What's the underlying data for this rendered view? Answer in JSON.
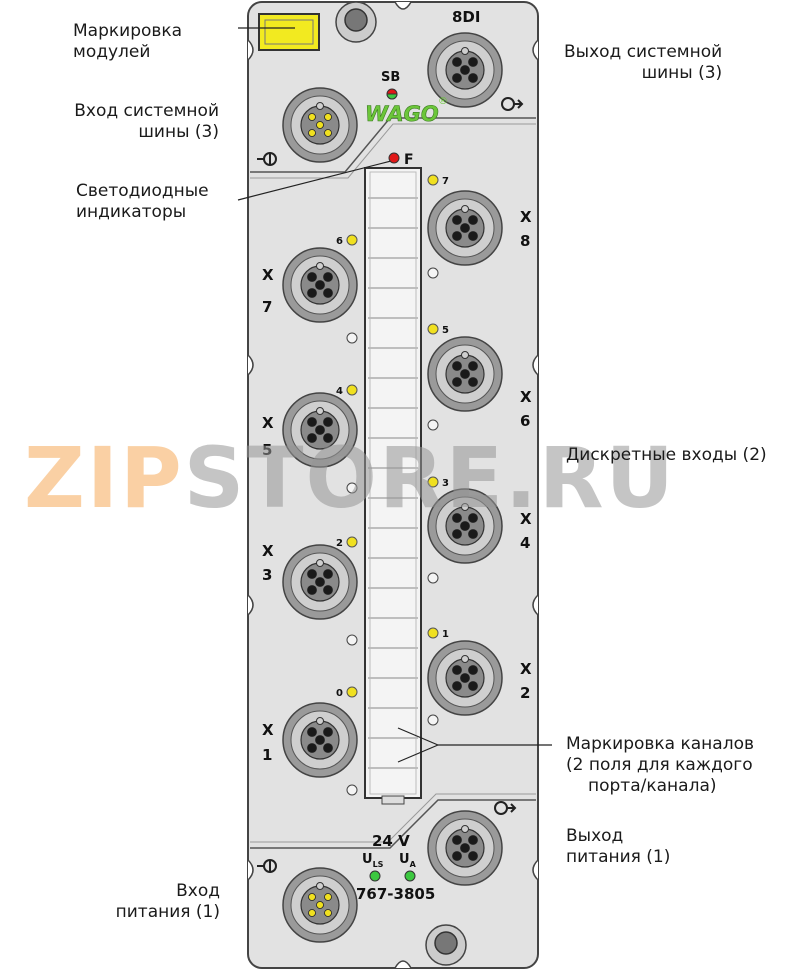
{
  "labels": {
    "module_marking": [
      "Маркировка",
      "модулей"
    ],
    "bus_out": [
      "Выход системной",
      "шины (3)"
    ],
    "bus_in": [
      "Вход системной",
      "шины (3)"
    ],
    "leds": [
      "Светодиодные",
      "индикаторы"
    ],
    "digital_inputs": "Дискретные входы (2)",
    "channel_marking": [
      "Маркировка каналов",
      "(2 поля для каждого",
      "порта/канала)"
    ],
    "power_out": [
      "Выход",
      "питания (1)"
    ],
    "power_in": [
      "Вход",
      "питания (1)"
    ]
  },
  "device": {
    "model_tag": "8DI",
    "sb": "SB",
    "brand": "WAGO",
    "fault": "F",
    "voltage": "24 V",
    "uls": "U",
    "uls_sub": "LS",
    "ua": "U",
    "ua_sub": "A",
    "part_number": "767-3805",
    "channels": [
      "0",
      "1",
      "2",
      "3",
      "4",
      "5",
      "6",
      "7"
    ],
    "ports_left": [
      {
        "x": "X",
        "n": "7"
      },
      {
        "x": "X",
        "n": "5"
      },
      {
        "x": "X",
        "n": "3"
      },
      {
        "x": "X",
        "n": "1"
      }
    ],
    "ports_right": [
      {
        "x": "X",
        "n": "8"
      },
      {
        "x": "X",
        "n": "6"
      },
      {
        "x": "X",
        "n": "4"
      },
      {
        "x": "X",
        "n": "2"
      }
    ]
  },
  "watermark": {
    "part1": "ZIP",
    "part2": "STORE.RU"
  },
  "colors": {
    "body": "#e2e2e2",
    "connector": "#9a9a9a",
    "led_yellow": "#f0e020",
    "led_green": "#3cc840",
    "led_red": "#e01818",
    "brand_green": "#6cc63a",
    "label_yellow": "#f2ea20"
  }
}
